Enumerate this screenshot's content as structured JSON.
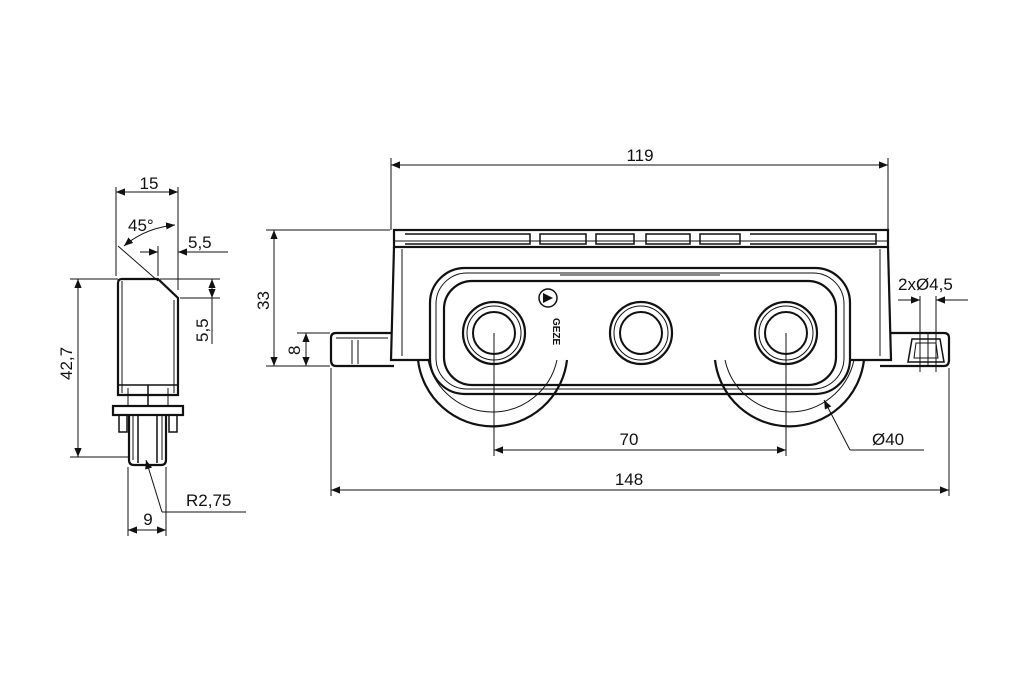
{
  "dimensions": {
    "side_width": "15",
    "chamfer_angle": "45°",
    "chamfer_horizontal": "5,5",
    "chamfer_vertical": "5,5",
    "side_height": "42,7",
    "pin_radius": "R2,75",
    "pin_width": "9",
    "top_width": "119",
    "body_height": "33",
    "flange_height": "8",
    "hole_diameter": "2xØ4,5",
    "wheel_spacing": "70",
    "wheel_diameter": "Ø40",
    "overall_length": "148"
  },
  "brand_label": "GEZE"
}
